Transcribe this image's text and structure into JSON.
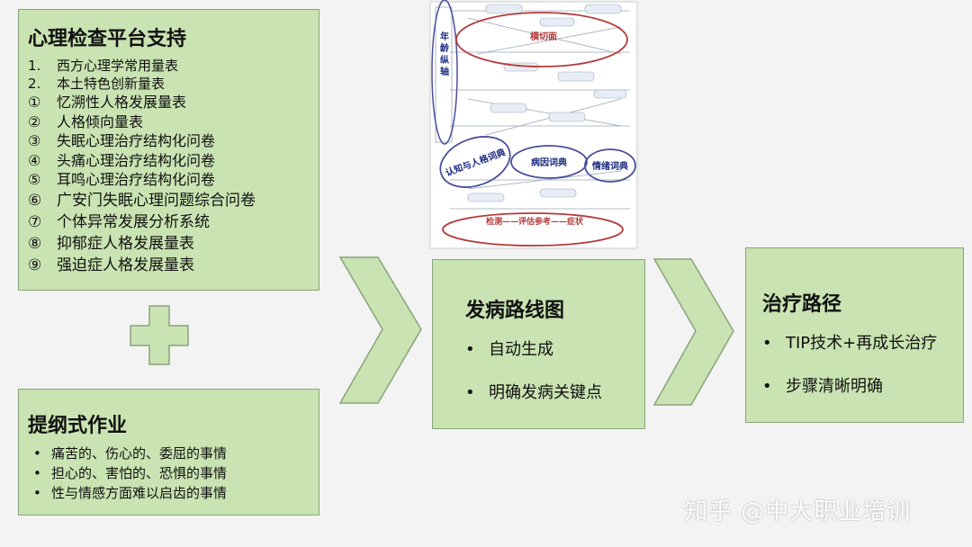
{
  "platform": {
    "title": "心理检查平台支持",
    "items": [
      {
        "marker": "1.",
        "text": "西方心理学常用量表",
        "cls": "num"
      },
      {
        "marker": "2.",
        "text": "本土特色创新量表",
        "cls": "num"
      },
      {
        "marker": "①",
        "text": "忆溯性人格发展量表",
        "cls": ""
      },
      {
        "marker": "②",
        "text": "人格倾向量表",
        "cls": ""
      },
      {
        "marker": "③",
        "text": "失眠心理治疗结构化问卷",
        "cls": ""
      },
      {
        "marker": "④",
        "text": "头痛心理治疗结构化问卷",
        "cls": ""
      },
      {
        "marker": "⑤",
        "text": "耳鸣心理治疗结构化问卷",
        "cls": ""
      },
      {
        "marker": "⑥",
        "text": "广安门失眠心理问题综合问卷",
        "cls": "circle-big"
      },
      {
        "marker": "⑦",
        "text": "个体异常发展分析系统",
        "cls": "circle-big"
      },
      {
        "marker": "⑧",
        "text": "抑郁症人格发展量表",
        "cls": "circle-big"
      },
      {
        "marker": "⑨",
        "text": "强迫症人格发展量表",
        "cls": "circle-big"
      }
    ]
  },
  "homework": {
    "title": "提纲式作业",
    "bullet": "•",
    "items": [
      "痛苦的、伤心的、委屈的事情",
      "担心的、害怕的、恐惧的事情",
      "性与情感方面难以启齿的事情"
    ]
  },
  "route": {
    "title": "发病路线图",
    "bullet": "•",
    "items": [
      "自动生成",
      "明确发病关键点"
    ]
  },
  "treatment": {
    "title": "治疗路径",
    "bullet": "•",
    "items": [
      "TIP技术+再成长治疗",
      "步骤清晰明确"
    ]
  },
  "thumbnail": {
    "age_axis": "年龄纵轴",
    "cross_section": "横切面",
    "cognition_dict": "认知与人格词典",
    "cause_dict": "病因词典",
    "emotion_dict": "情绪词典",
    "detect_chain": "检测——评估参考——症状"
  },
  "watermark": "知乎 @中大职业培训",
  "colors": {
    "box_fill": "#c9e3b2",
    "box_border": "#8aa37a",
    "ellipse_red": "#b43a3a",
    "ellipse_blue": "#4a4f9a"
  }
}
